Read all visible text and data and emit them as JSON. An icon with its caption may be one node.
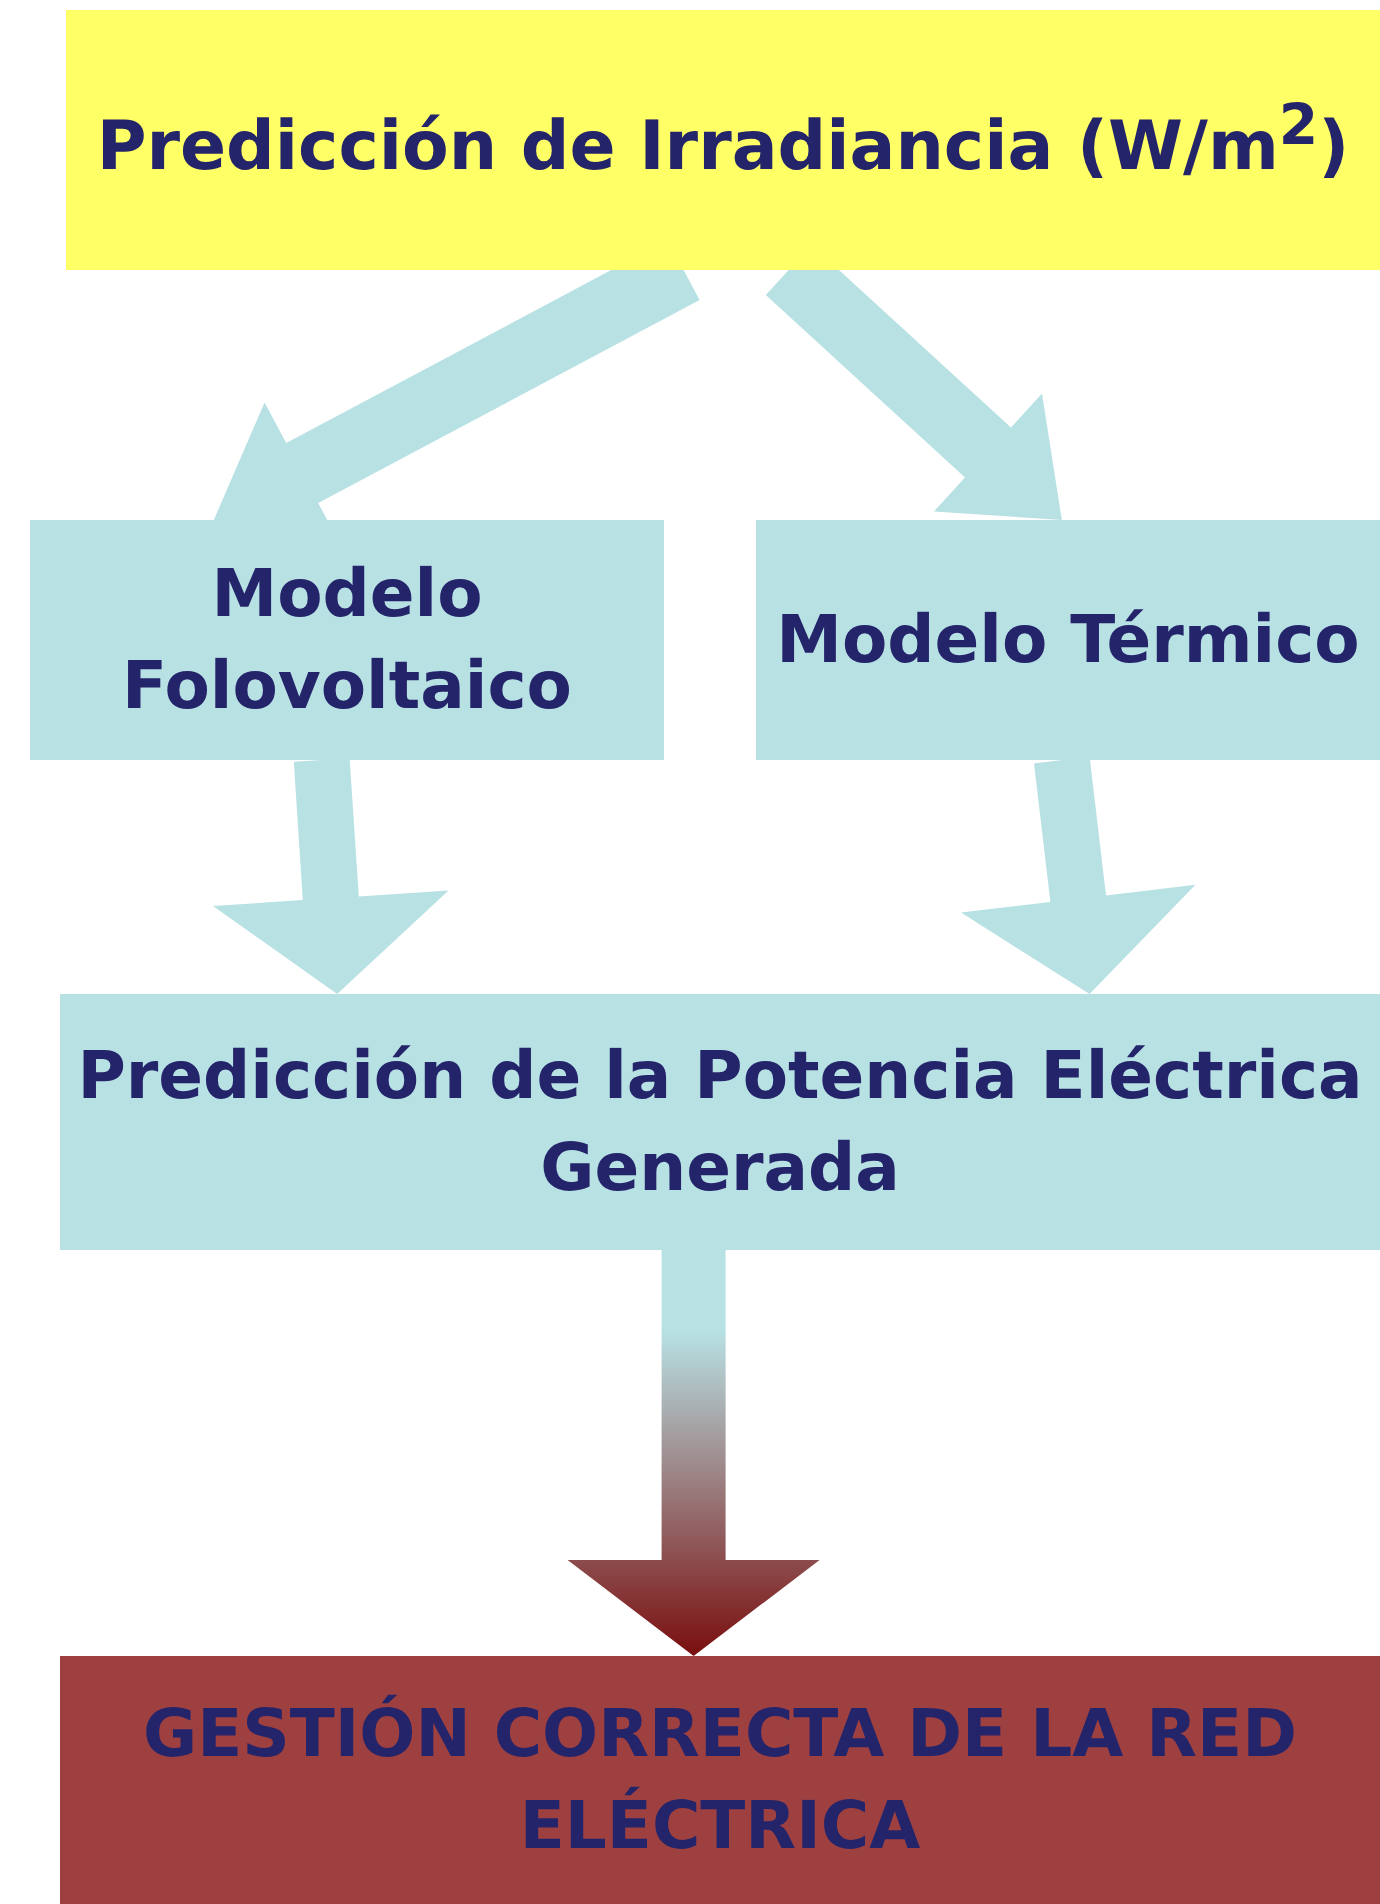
{
  "diagram": {
    "nodes": [
      {
        "text": [
          "Predicción de Irradiancia (W/m$^{2}$)"
        ]
      },
      {
        "text": [
          "Modelo Folovoltaico"
        ]
      },
      {
        "text": [
          "Modelo Térmico"
        ]
      },
      {
        "text": [
          "Predicción de la Potencia Eléctrica Generada"
        ]
      },
      {
        "text": [
          "GESTIÓN CORRECTA DE LA RED ELÉCTRICA"
        ]
      }
    ],
    "edges": [
      {
        "from": 0,
        "to": 1,
        "arrow": "to"
      },
      {
        "from": 0,
        "to": 2,
        "arrow": "to"
      },
      {
        "from": 1,
        "to": 3,
        "arrow": "to"
      },
      {
        "from": 2,
        "to": 3,
        "arrow": "to"
      },
      {
        "from": 3,
        "to": 4,
        "arrow": "to",
        "color": "#7a0e0e"
      }
    ]
  }
}
